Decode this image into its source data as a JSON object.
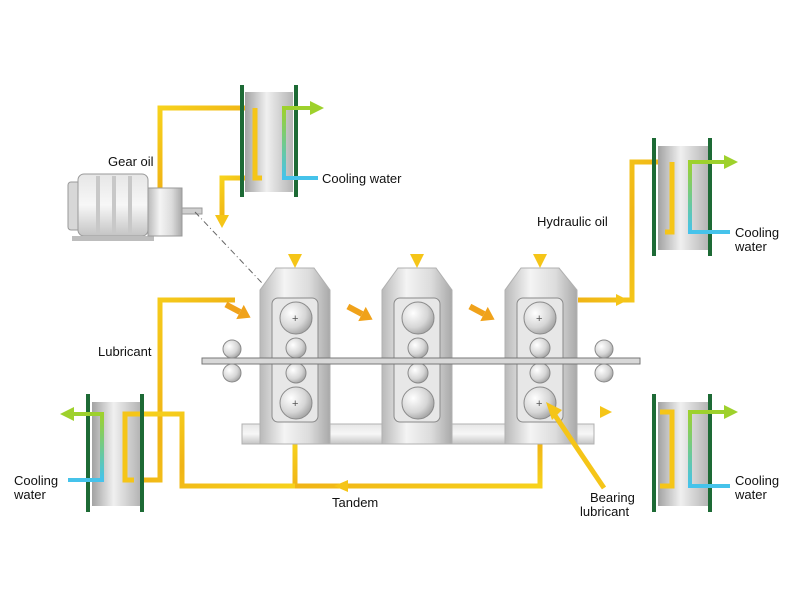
{
  "labels": {
    "gear_oil": "Gear oil",
    "cooling_water_top": "Cooling water",
    "hydraulic_oil": "Hydraulic oil",
    "cooling_water_right_1": "Cooling",
    "cooling_water_right_2": "water",
    "lubricant": "Lubricant",
    "cooling_water_left_1": "Cooling",
    "cooling_water_left_2": "water",
    "tandem": "Tandem",
    "bearing_lubricant_1": "Bearing",
    "bearing_lubricant_2": "lubricant",
    "cooling_water_br_1": "Cooling",
    "cooling_water_br_2": "water"
  },
  "colors": {
    "oil": "#f5c518",
    "oil_dark": "#e8a013",
    "arrow_orange": "#f0a21a",
    "cooling_blue": "#45c3ec",
    "cooling_green": "#9ed12c",
    "cooler_border": "#1d6a35",
    "steel_light": "#eeeeee",
    "steel_dark": "#a8a8a8"
  },
  "icons": [
    "motor-icon",
    "gearbox-icon",
    "heat-exchanger-icon",
    "roll-stand-icon",
    "flow-arrow-icon"
  ]
}
